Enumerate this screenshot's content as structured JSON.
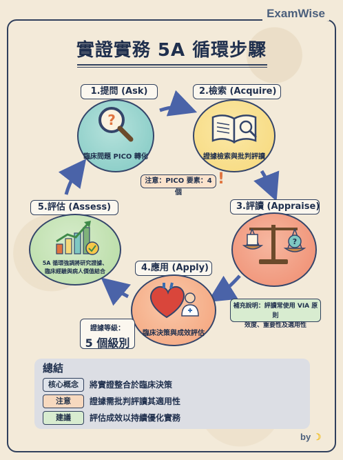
{
  "brand": "ExamWise",
  "title": "實證實務 5A 循環步驟",
  "steps": [
    {
      "label": "1.提問 (Ask)",
      "caption": "臨床問題 PICO 轉化",
      "icon": "magnifier-question-icon"
    },
    {
      "label": "2.檢索 (Acquire)",
      "caption": "證據檢索與批判評讀",
      "icon": "open-book-search-icon"
    },
    {
      "label": "3.評讀 (Appraise)",
      "caption": "",
      "icon": "balance-scale-icon"
    },
    {
      "label": "4.應用 (Apply)",
      "caption": "臨床決策與成效評估",
      "icon": "heart-doctor-icon"
    },
    {
      "label": "5.評估 (Assess)",
      "caption_line1": "5A 循環強調將研究證據、",
      "caption_line2": "臨床經驗與病人價值結合",
      "icon": "growth-chart-icon"
    }
  ],
  "notes": {
    "pico": "注意：PICO 要素：4 個",
    "appraise_line1": "補充說明：評讀常使用 VIA 原則",
    "appraise_line2": "效度、重要性及適用性",
    "evidence_level_label": "證據等級：",
    "evidence_level_value": "5 個級別"
  },
  "summary": {
    "title": "總結",
    "rows": [
      {
        "tag": "核心概念",
        "text": "將實證整合於臨床決策",
        "color": "#dfe3ea"
      },
      {
        "tag": "注意",
        "text": "證據需批判評讀其適用性",
        "color": "#f7d9bf"
      },
      {
        "tag": "建議",
        "text": "評估成效以持續優化實務",
        "color": "#d8ecd0"
      }
    ]
  },
  "footer": "by",
  "colors": {
    "ask": "#7fc8c2",
    "acquire": "#f6d87a",
    "appraise": "#ef8b6e",
    "apply": "#f4a27a",
    "assess": "#b7dba3",
    "arrow": "#4a63a8"
  }
}
